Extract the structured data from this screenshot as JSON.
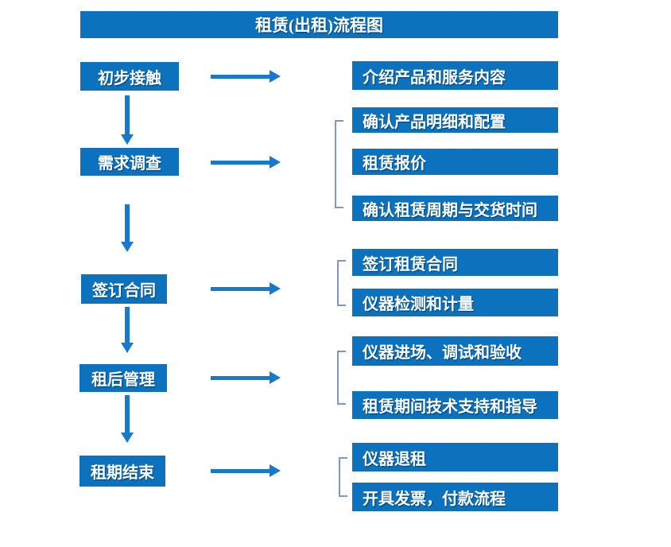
{
  "title": "租赁(出租)流程图",
  "colors": {
    "primary": "#0d72be",
    "arrow": "#1779cc",
    "bracket": "#7e97c8",
    "text": "#ffffff",
    "background": "#ffffff"
  },
  "stages": [
    {
      "label": "初步接触",
      "outputs": [
        "介绍产品和服务内容"
      ]
    },
    {
      "label": "需求调查",
      "outputs": [
        "确认产品明细和配置",
        "租赁报价",
        "确认租赁周期与交货时间"
      ]
    },
    {
      "label": "签订合同",
      "outputs": [
        "签订租赁合同",
        "仪器检测和计量"
      ]
    },
    {
      "label": "租后管理",
      "outputs": [
        "仪器进场、调试和验收",
        "租赁期间技术支持和指导"
      ]
    },
    {
      "label": "租期结束",
      "outputs": [
        "仪器退租",
        "开具发票，付款流程"
      ]
    }
  ]
}
